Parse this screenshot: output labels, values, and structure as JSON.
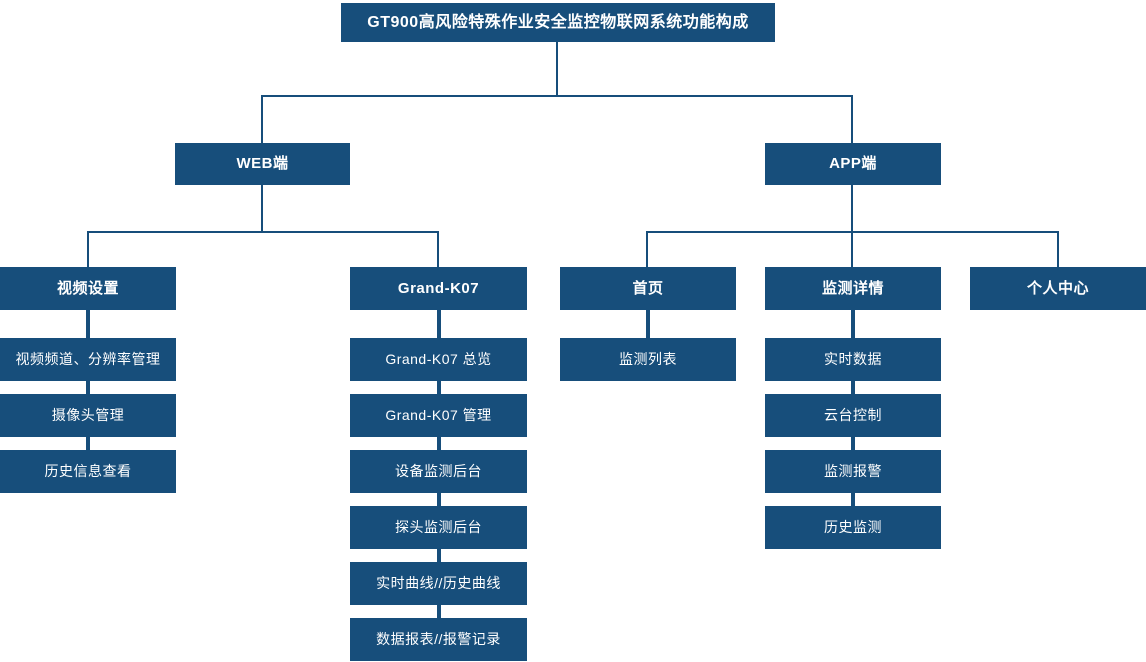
{
  "colors": {
    "node": "#174E7B",
    "text": "#FFFFFF",
    "line": "#174E7B",
    "page_bg": "#FFFFFF"
  },
  "diagram": {
    "root": {
      "label": "GT900高风险特殊作业安全监控物联网系统功能构成"
    },
    "web": {
      "label": "WEB端",
      "video": {
        "label": "视频设置",
        "children": [
          "视频频道、分辨率管理",
          "摄像头管理",
          "历史信息查看"
        ]
      },
      "grand": {
        "label": "Grand-K07",
        "children": [
          "Grand-K07 总览",
          "Grand-K07 管理",
          "设备监测后台",
          "探头监测后台",
          "实时曲线//历史曲线",
          "数据报表//报警记录"
        ]
      }
    },
    "app": {
      "label": "APP端",
      "home": {
        "label": "首页",
        "children": [
          "监测列表"
        ]
      },
      "detail": {
        "label": "监测详情",
        "children": [
          "实时数据",
          "云台控制",
          "监测报警",
          "历史监测"
        ]
      },
      "personal": {
        "label": "个人中心",
        "children": []
      }
    }
  }
}
